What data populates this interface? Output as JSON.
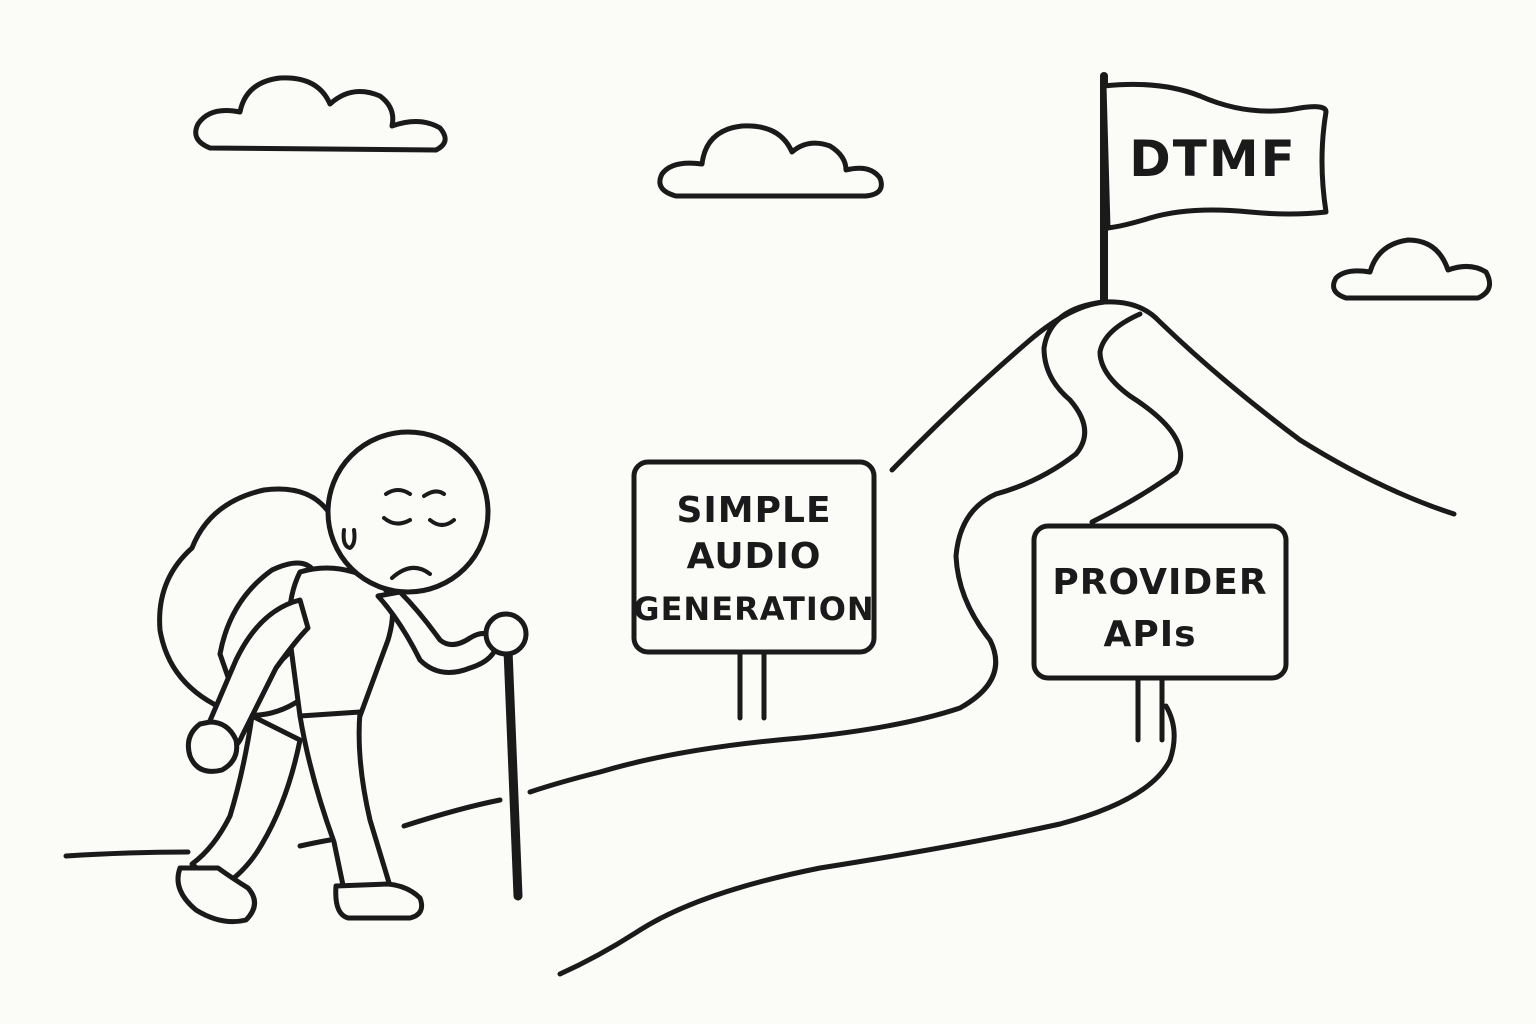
{
  "flag": {
    "label": "DTMF"
  },
  "signs": {
    "simple_audio": {
      "lines": [
        "SIMPLE",
        "AUDIO",
        "GENERATION"
      ]
    },
    "provider_apis": {
      "lines": [
        "PROVIDER",
        "APIs"
      ]
    }
  },
  "colors": {
    "ink": "#1a1a1a",
    "paper": "#fbfbf8"
  }
}
